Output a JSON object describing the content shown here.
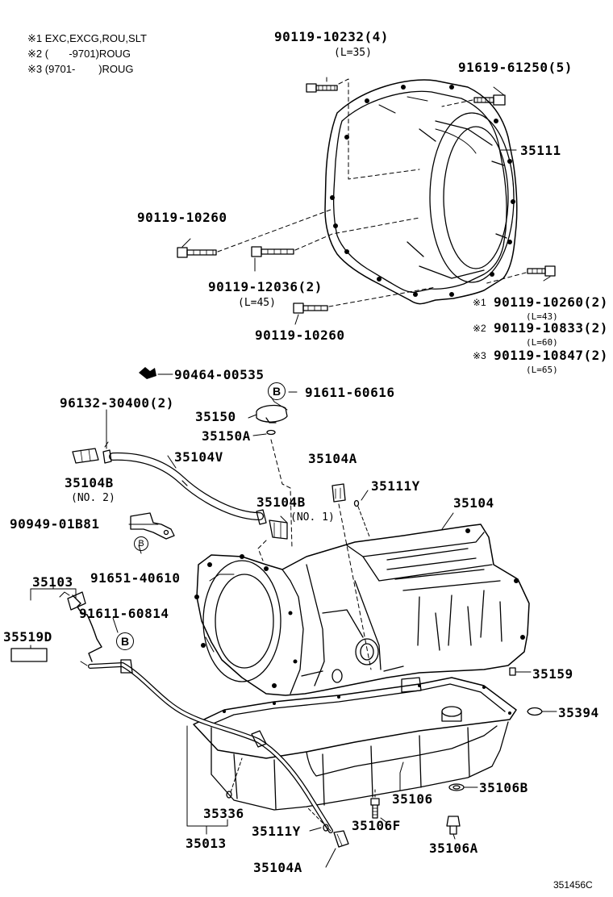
{
  "notes": [
    {
      "mark": "※1",
      "text": " EXC,EXCG,ROU,SLT"
    },
    {
      "mark": "※2",
      "text": " (       -9701)ROUG"
    },
    {
      "mark": "※3",
      "text": " (9701-        )ROUG"
    }
  ],
  "labels": {
    "l_90119_10232": "90119-10232(4)",
    "l_l35": "(L=35)",
    "l_91619_61250": "91619-61250(5)",
    "l_35111": "35111",
    "l_90119_10260_a": "90119-10260",
    "l_90119_12036": "90119-12036(2)",
    "l_l45": "(L=45)",
    "l_90119_10260_b": "90119-10260",
    "l_m1": "※1",
    "l_90119_10260_2": "90119-10260(2)",
    "l_l43": "(L=43)",
    "l_m2": "※2",
    "l_90119_10833": "90119-10833(2)",
    "l_l60": "(L=60)",
    "l_m3": "※3",
    "l_90119_10847": "90119-10847(2)",
    "l_l65": "(L=65)",
    "l_90464": "90464-00535",
    "l_91611_60616": "91611-60616",
    "l_96132": "96132-30400(2)",
    "l_35150": "35150",
    "l_35150a": "35150A",
    "l_35104v": "35104V",
    "l_35104a_top": "35104A",
    "l_35104b_no2": "35104B",
    "l_no2": "(NO. 2)",
    "l_35111y_top": "35111Y",
    "l_35104b_no1": "35104B",
    "l_no1": "(NO. 1)",
    "l_35104": "35104",
    "l_90949": "90949-01B81",
    "l_91651": "91651-40610",
    "l_35103": "35103",
    "l_91611_60814": "91611-60814",
    "l_35519d": "35519D",
    "l_35159": "35159",
    "l_35394": "35394",
    "l_35106b": "35106B",
    "l_35336": "35336",
    "l_35106": "35106",
    "l_35111y_bot": "35111Y",
    "l_35106f": "35106F",
    "l_35013": "35013",
    "l_35106a": "35106A",
    "l_35104a_bot": "35104A",
    "ref_code": "351456C"
  },
  "circle_b": "B"
}
